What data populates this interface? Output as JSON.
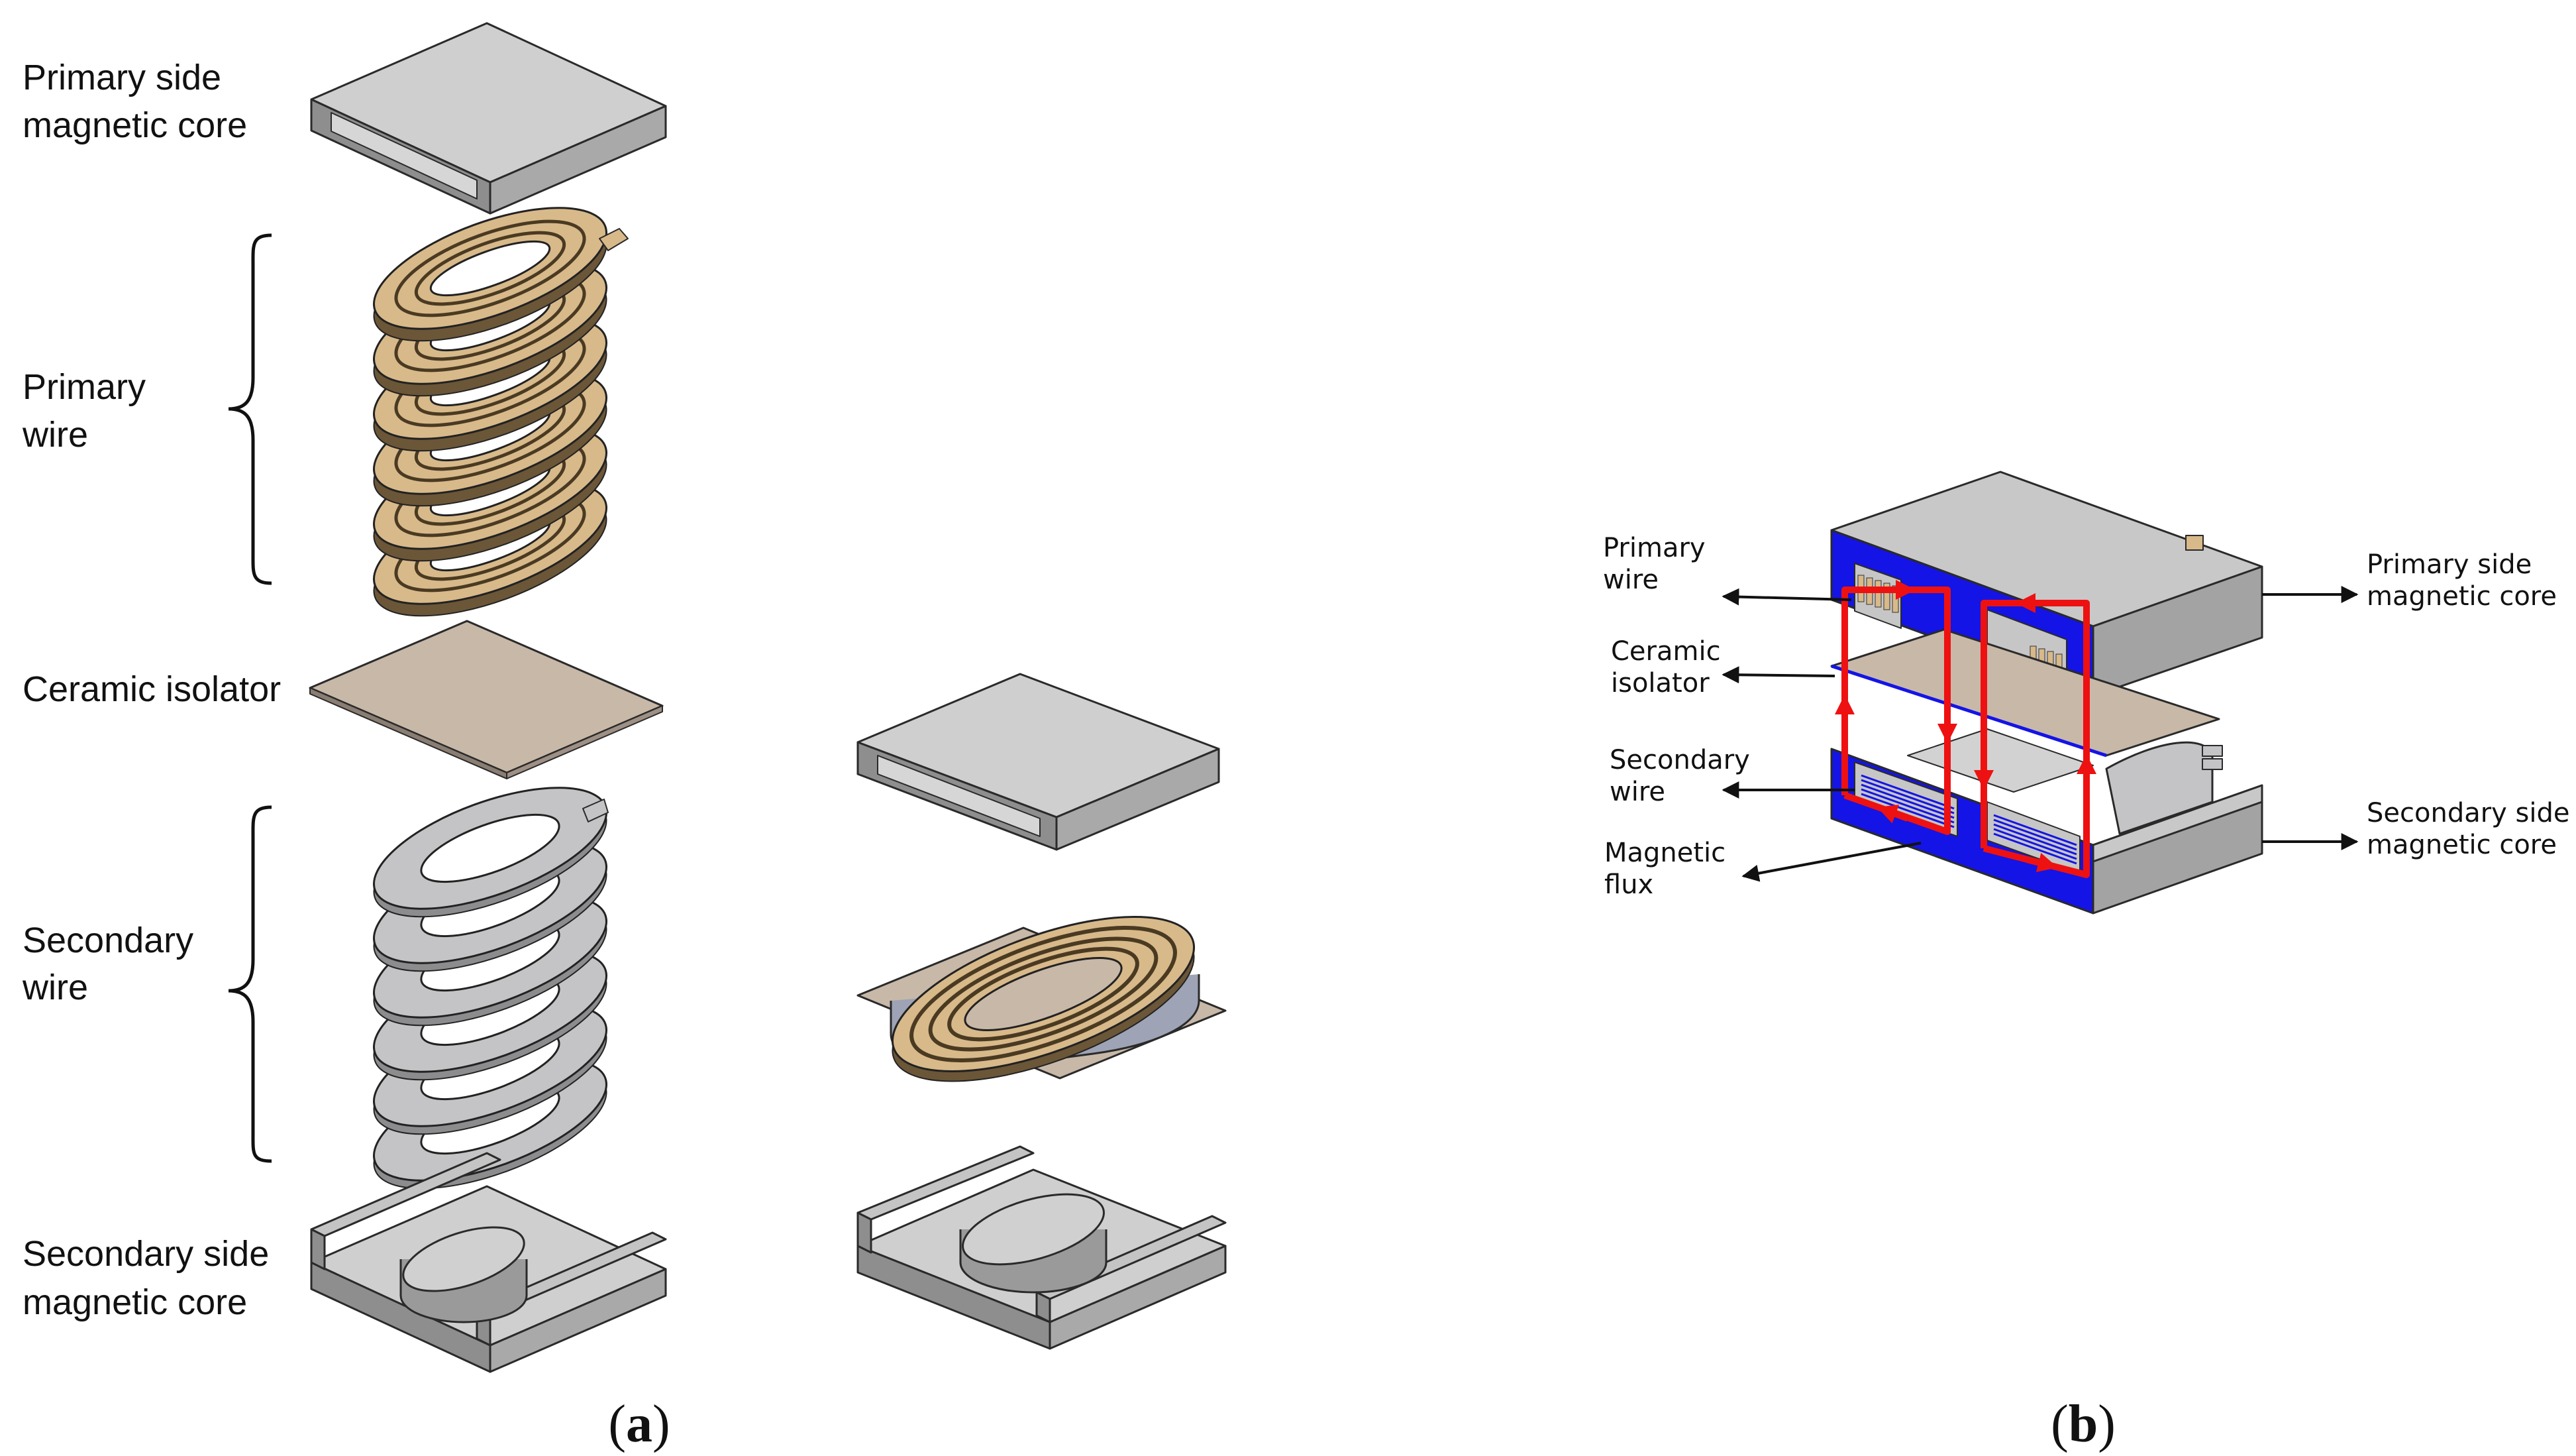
{
  "panel_a": {
    "labels": {
      "primary_core": [
        "Primary side",
        "magnetic core"
      ],
      "primary_wire": [
        "Primary",
        "wire"
      ],
      "ceramic": [
        "Ceramic isolator"
      ],
      "secondary_wire": [
        "Secondary",
        "wire"
      ],
      "secondary_core": [
        "Secondary side",
        "magnetic core"
      ]
    },
    "caption_open": "(",
    "caption_letter": "a",
    "caption_close": ")"
  },
  "panel_b": {
    "labels": {
      "primary_wire": [
        "Primary",
        "wire"
      ],
      "ceramic": [
        "Ceramic",
        "isolator"
      ],
      "secondary_wire": [
        "Secondary",
        "wire"
      ],
      "magnetic_flux": [
        "Magnetic",
        "flux"
      ],
      "primary_core": [
        "Primary side",
        "magnetic core"
      ],
      "secondary_core": [
        "Secondary side",
        "magnetic core"
      ]
    },
    "caption_open": "(",
    "caption_letter": "b",
    "caption_close": ")"
  },
  "colors": {
    "core_top": "#cfcfcf",
    "core_front": "#8e8e8e",
    "core_side": "#a9a9a9",
    "copper": "#d8b98a",
    "copper_dark": "#6b5638",
    "ceramic": "#c8b8a8",
    "aluminium": "#c4c4c6",
    "cross_section": "#1414e6",
    "flux": "#ee1111"
  },
  "icons": [
    "curly-brace",
    "arrow"
  ]
}
